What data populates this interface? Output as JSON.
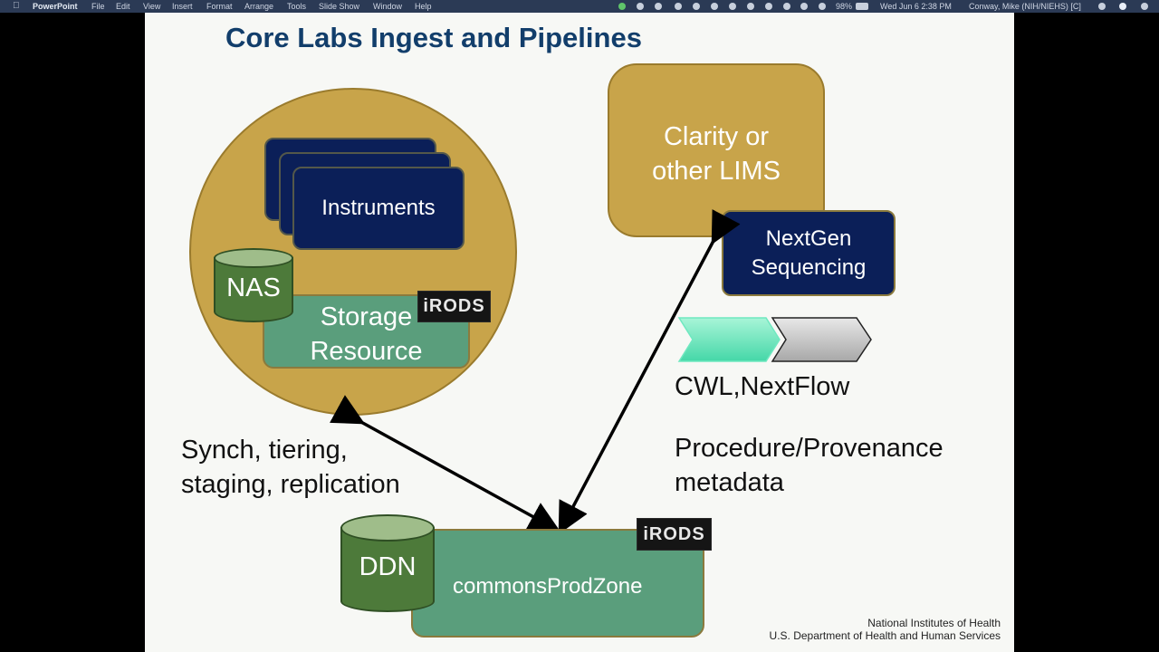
{
  "menubar": {
    "app": "PowerPoint",
    "items": [
      "File",
      "Edit",
      "View",
      "Insert",
      "Format",
      "Arrange",
      "Tools",
      "Slide Show",
      "Window",
      "Help"
    ],
    "battery": "98%",
    "datetime": "Wed Jun 6  2:38 PM",
    "user": "Conway, Mike (NIH/NIEHS) [C]"
  },
  "slide": {
    "title": "Core Labs Ingest and Pipelines",
    "instruments": "Instruments",
    "nas": "NAS",
    "storage_line1": "Storage",
    "storage_line2": "Resource",
    "irods_label": "iRODS",
    "lims_line1": "Clarity or",
    "lims_line2": "other LIMS",
    "ngs_line1": "NextGen",
    "ngs_line2": "Sequencing",
    "workflow_label": "CWL,NextFlow",
    "meta_line1": "Procedure/Provenance",
    "meta_line2": "metadata",
    "synch_line1": "Synch, tiering,",
    "synch_line2": "staging, replication",
    "ddn": "DDN",
    "zone": "commonsProdZone",
    "footer_line1": "National Institutes of Health",
    "footer_line2": "U.S. Department of Health and Human Services"
  },
  "colors": {
    "gold": "#c8a44a",
    "navy": "#0b1f58",
    "teal": "#5a9e7c",
    "title_blue": "#123e6b"
  }
}
